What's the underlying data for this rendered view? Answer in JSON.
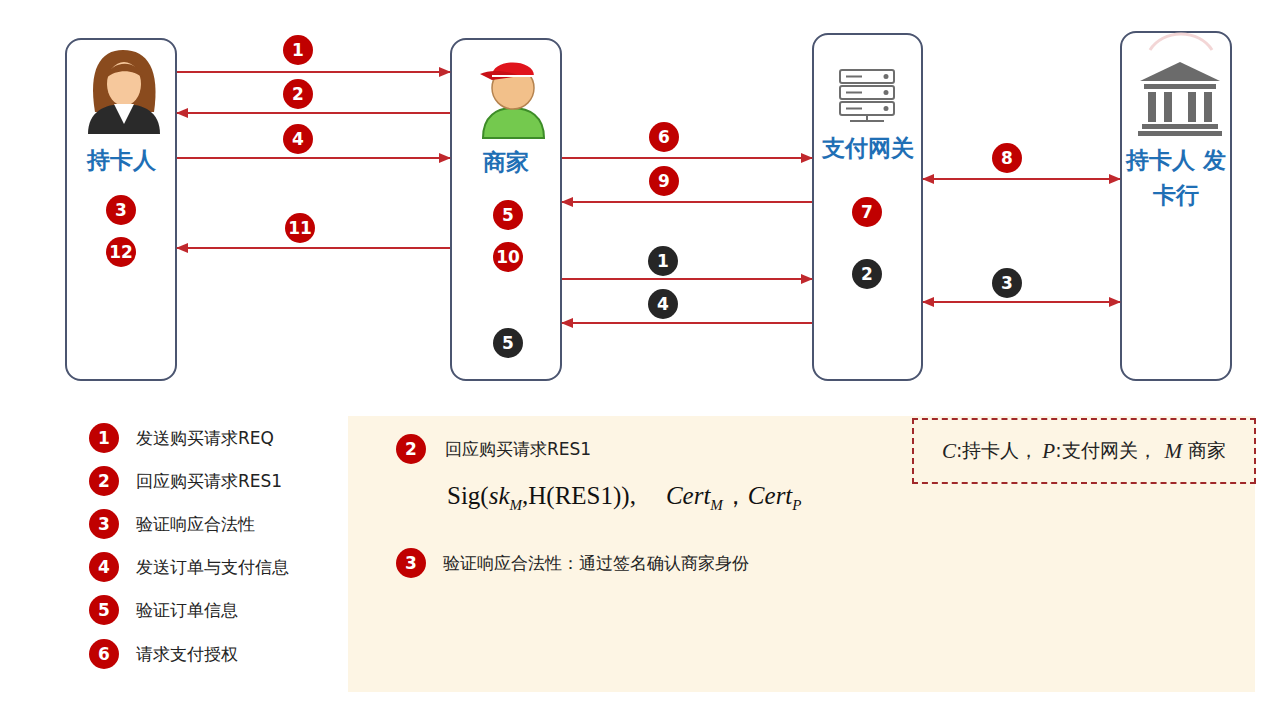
{
  "diagram": {
    "nodes": [
      {
        "text": [
          "持卡人"
        ]
      },
      {
        "text": [
          "商家"
        ]
      },
      {
        "text": [
          "支付网关"
        ]
      },
      {
        "text": [
          "持卡人 发卡行"
        ]
      },
      {
        "text": [
          "2",
          "回应购买请求RES1",
          "Sig(",
          "sk",
          "M",
          ",H(RES1)),",
          "Cert",
          "M",
          "，",
          "Cert",
          "P",
          "3",
          "验证响应合法性：通过签名确认商家身份"
        ]
      },
      {
        "text": [
          "C",
          ":持卡人，",
          "P",
          ":支付网关，",
          "M",
          "商家"
        ],
        "in": 4
      }
    ],
    "edges": [
      {
        "from": 0,
        "to": 1,
        "arrow": "to",
        "label": "1"
      },
      {
        "from": 1,
        "to": 0,
        "arrow": "to",
        "label": "2"
      },
      {
        "from": 0,
        "to": 1,
        "arrow": "to",
        "label": "4"
      },
      {
        "from": 1,
        "to": 2,
        "arrow": "to",
        "label": "6"
      },
      {
        "from": 2,
        "to": 1,
        "arrow": "to",
        "label": "9"
      },
      {
        "from": 2,
        "to": 3,
        "arrow": "both",
        "label": "8"
      },
      {
        "from": 1,
        "to": 0,
        "arrow": "to",
        "label": "11"
      },
      {
        "from": 1,
        "to": 2,
        "arrow": "to",
        "label": "1"
      },
      {
        "from": 2,
        "to": 3,
        "arrow": "both",
        "label": "3"
      },
      {
        "from": 2,
        "to": 1,
        "arrow": "to",
        "label": "4"
      }
    ],
    "labels": [
      "3",
      "12",
      "5",
      "10",
      "5",
      "7",
      "2",
      "1",
      "发送购买请求REQ",
      "2",
      "回应购买请求RES1",
      "3",
      "验证响应合法性",
      "4",
      "发送订单与支付信息",
      "5",
      "验证订单信息",
      "6",
      "请求支付授权"
    ]
  }
}
